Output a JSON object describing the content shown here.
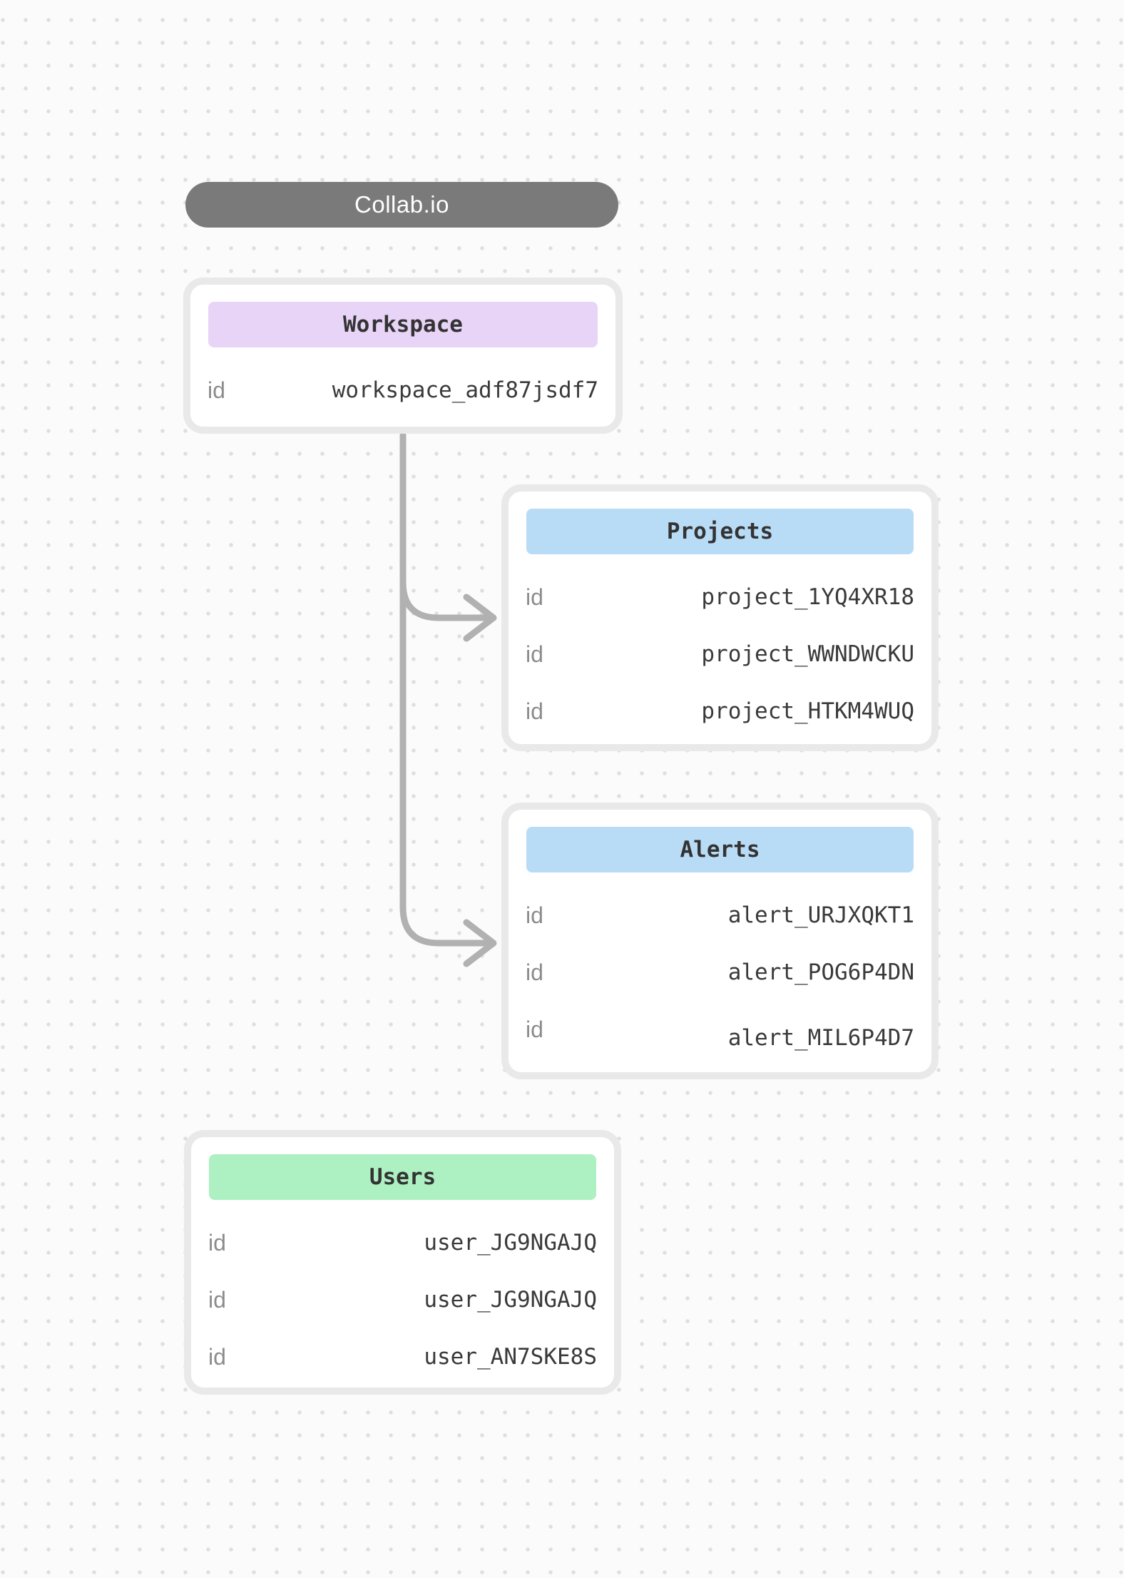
{
  "canvas": {
    "title": "Collab.io"
  },
  "colors": {
    "background": "#fbfbfb",
    "dot_grid": "#dfdfdf",
    "pill_bg": "#7a7a7a",
    "pill_text": "#ffffff",
    "card_bg": "#ffffff",
    "card_border": "#e9e9e9",
    "workspace_header_bg": "#e7d4f7",
    "projects_header_bg": "#b9dcf6",
    "alerts_header_bg": "#b9dcf6",
    "users_header_bg": "#adf0c1",
    "connector": "#b1b1b1",
    "field_label": "#8c8c8c",
    "field_value": "#3a3a3a",
    "header_text": "#333333"
  },
  "entities": [
    {
      "key": "workspace",
      "title": "Workspace",
      "fields": [
        {
          "label": "id",
          "value": "workspace_adf87jsdf7"
        }
      ]
    },
    {
      "key": "projects",
      "title": "Projects",
      "fields": [
        {
          "label": "id",
          "value": "project_1YQ4XR18"
        },
        {
          "label": "id",
          "value": "project_WWNDWCKU"
        },
        {
          "label": "id",
          "value": "project_HTKM4WUQ"
        }
      ]
    },
    {
      "key": "alerts",
      "title": "Alerts",
      "fields": [
        {
          "label": "id",
          "value": "alert_URJXQKT1"
        },
        {
          "label": "id",
          "value": "alert_POG6P4DN"
        },
        {
          "label": "id",
          "value": "alert_MIL6P4D7"
        }
      ]
    },
    {
      "key": "users",
      "title": "Users",
      "fields": [
        {
          "label": "id",
          "value": "user_JG9NGAJQ"
        },
        {
          "label": "id",
          "value": "user_JG9NGAJQ"
        },
        {
          "label": "id",
          "value": "user_AN7SKE8S"
        }
      ]
    }
  ],
  "connections": [
    {
      "from": "Workspace",
      "to": "Projects"
    },
    {
      "from": "Workspace",
      "to": "Alerts"
    }
  ]
}
